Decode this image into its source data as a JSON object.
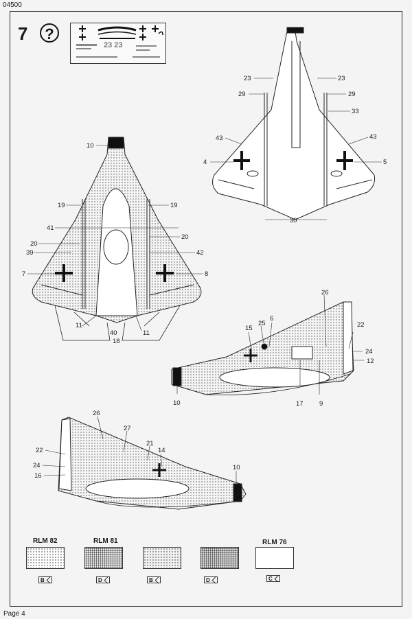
{
  "header_code": "04500",
  "footer": "Page 4",
  "step_number": "7",
  "step_icon": "question-icon",
  "decal_numbers": "23 23",
  "labels": {
    "l23a": "23",
    "l23b": "23",
    "l29a": "29",
    "l29b": "29",
    "l33": "33",
    "l43a": "43",
    "l43b": "43",
    "l4": "4",
    "l5": "5",
    "l30": "30",
    "l10a": "10",
    "l19a": "19",
    "l19b": "19",
    "l41": "41",
    "l20a": "20",
    "l20b": "20",
    "l39": "39",
    "l42": "42",
    "l7": "7",
    "l8": "8",
    "l11a": "11",
    "l11b": "11",
    "l40": "40",
    "l18": "18",
    "l26a": "26",
    "l25": "25",
    "l6": "6",
    "l15": "15",
    "l22a": "22",
    "l24a": "24",
    "l12": "12",
    "l10b": "10",
    "l17": "17",
    "l9": "9",
    "l26b": "26",
    "l27": "27",
    "l21": "21",
    "l14": "14",
    "l22b": "22",
    "l24b": "24",
    "l16": "16",
    "l10c": "10"
  },
  "swatches": [
    {
      "title": "RLM 82",
      "code": "B"
    },
    {
      "title": "RLM 81",
      "code": "D"
    },
    {
      "title": "",
      "code": "B"
    },
    {
      "title": "",
      "code": "D"
    },
    {
      "title": "RLM 76",
      "code": "C"
    }
  ]
}
